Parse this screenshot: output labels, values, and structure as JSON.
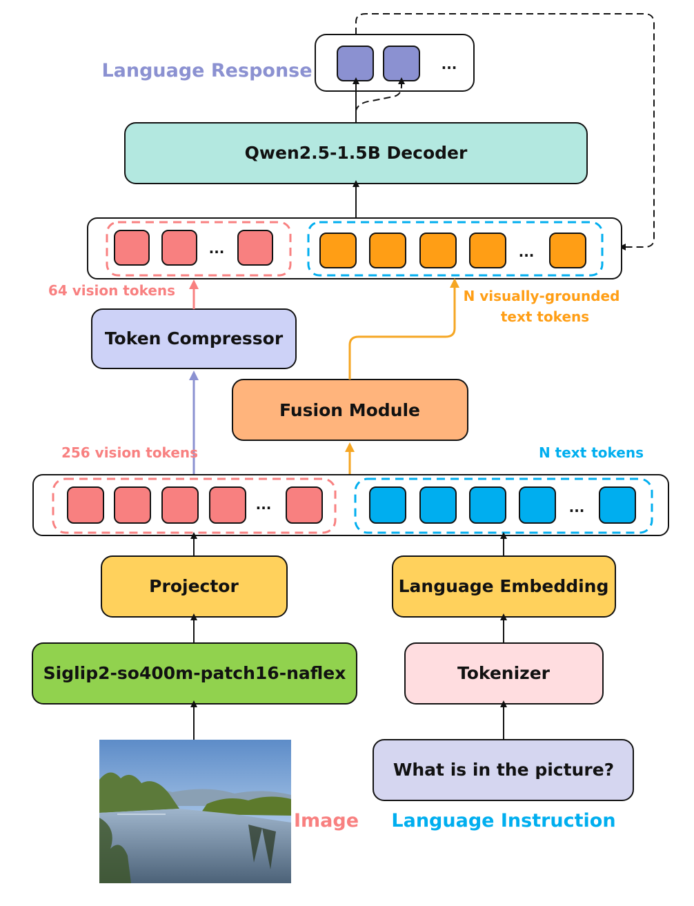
{
  "colors": {
    "vision_token": "#F88080",
    "text_token": "#00AEEF",
    "grounded_token": "#FF9E15",
    "response_token": "#8B91D1",
    "decoder": "#B3E8E0",
    "compressor": "#CDD2F7",
    "fusion": "#FFB47C",
    "projector": "#FFD15C",
    "encoder": "#91D24E",
    "tokenizer": "#FFDDE0",
    "instruction": "#D5D6F0",
    "arrow_dark": "#111111",
    "arrow_compressor": "#8B91D1",
    "arrow_fusion": "#F5A623",
    "arrow_vision": "#F88080"
  },
  "nodes": {
    "decoder": "Qwen2.5-1.5B Decoder",
    "compressor": "Token Compressor",
    "fusion": "Fusion Module",
    "projector": "Projector",
    "language_embedding": "Language Embedding",
    "vision_encoder": "Siglip2-so400m-patch16-naflex",
    "tokenizer": "Tokenizer",
    "instruction": "What is in the picture?"
  },
  "labels": {
    "language_response": "Language Response",
    "vision_tokens_64": "64 vision tokens",
    "grounded_line1": "N visually-grounded",
    "grounded_line2": "text tokens",
    "vision_tokens_256": "256 vision tokens",
    "text_tokens": "N text tokens",
    "image": "Image",
    "language_instruction": "Language Instruction",
    "ellipsis": "..."
  },
  "image": {
    "icon": "landscape-photo-icon"
  }
}
